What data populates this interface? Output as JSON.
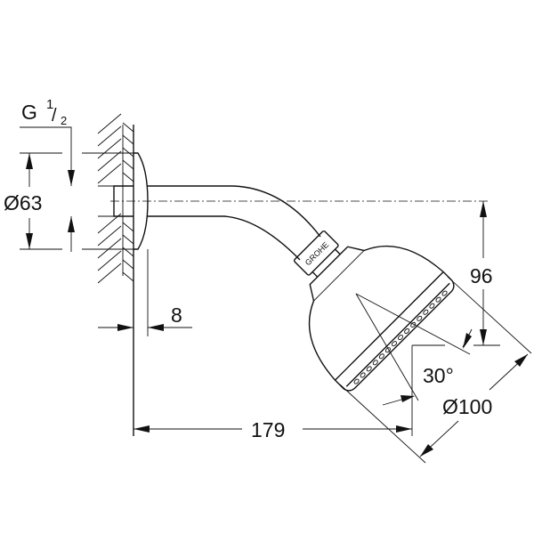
{
  "drawing": {
    "thread_label": "G",
    "thread_fraction_num": "1",
    "thread_fraction_den": "2",
    "dim_flange_diameter": "Ø63",
    "dim_flange_depth": "8",
    "dim_drop": "96",
    "dim_projection": "179",
    "dim_angle": "30°",
    "dim_head_diameter": "Ø100",
    "logo_text": "GROHE"
  }
}
